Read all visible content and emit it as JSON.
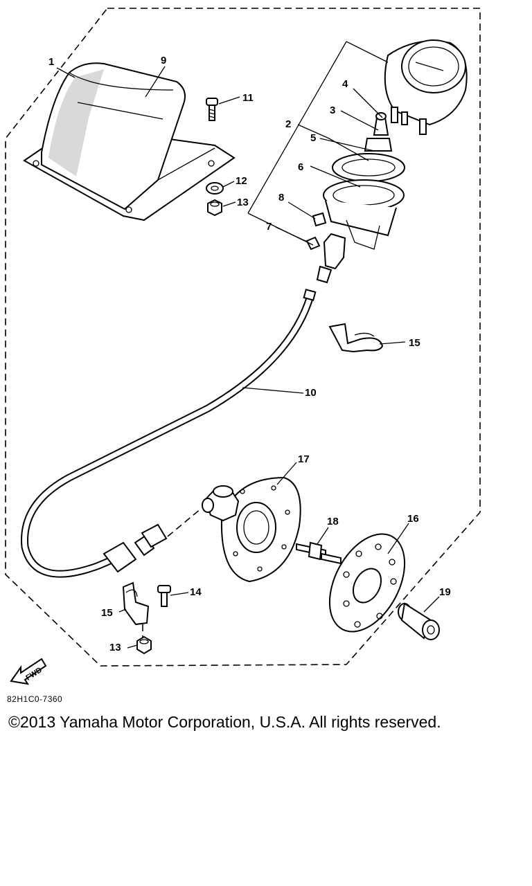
{
  "callouts": {
    "p1": "1",
    "p2": "2",
    "p3": "3",
    "p4": "4",
    "p5": "5",
    "p6": "6",
    "p7": "7",
    "p8": "8",
    "p9": "9",
    "p10": "10",
    "p11": "11",
    "p12": "12",
    "p13a": "13",
    "p13b": "13",
    "p14": "14",
    "p15a": "15",
    "p15b": "15",
    "p16": "16",
    "p17": "17",
    "p18": "18",
    "p19": "19"
  },
  "fwd_label": "FWD",
  "figure_code": "82H1C0-7360",
  "copyright": "©2013 Yamaha Motor Corporation, U.S.A. All rights reserved."
}
